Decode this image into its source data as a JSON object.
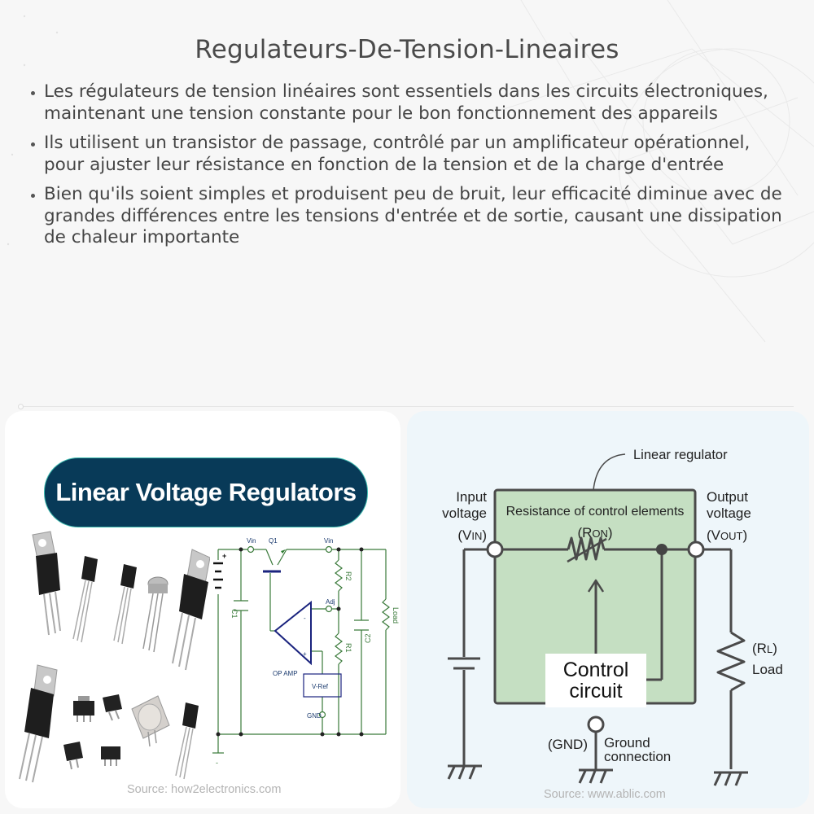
{
  "header": {
    "title": "Regulateurs-De-Tension-Lineaires"
  },
  "bullets": [
    "Les régulateurs de tension linéaires sont essentiels dans les circuits électroniques, maintenant une tension constante pour le bon fonctionnement des appareils",
    "Ils utilisent un transistor de passage, contrôlé par un amplificateur opérationnel, pour ajuster leur résistance en fonction de la tension et de la charge d'entrée",
    "Bien qu'ils soient simples et produisent peu de bruit, leur efficacité diminue avec de grandes différences entre les tensions d'entrée et de sortie, causant une dissipation de chaleur importante"
  ],
  "left_panel": {
    "banner": "Linear Voltage Regulators",
    "source": "Source: how2electronics.com",
    "schematic": {
      "labels": {
        "vin_1": "Vin",
        "q1": "Q1",
        "vin_2": "Vin",
        "r2": "R2",
        "c1": "C1",
        "adj": "Adj",
        "op_amp": "OP AMP",
        "r1": "R1",
        "c2": "C2",
        "load": "Load",
        "vref": "V-Ref",
        "gnd": "GND",
        "plus": "+",
        "minus": "-"
      }
    }
  },
  "right_panel": {
    "source": "Source: www.ablic.com",
    "diagram": {
      "linear_regulator": "Linear regulator",
      "resistance_label": "Resistance of control elements",
      "ron_prefix": "(R",
      "ron_sub": "ON",
      "ron_suffix": ")",
      "input_line1": "Input",
      "input_line2": "voltage",
      "vin_prefix": "(V",
      "vin_sub": "IN",
      "vin_suffix": ")",
      "output_line1": "Output",
      "output_line2": "voltage",
      "vout_prefix": "(V",
      "vout_sub": "OUT",
      "vout_suffix": ")",
      "control_line1": "Control",
      "control_line2": "circuit",
      "rl_prefix": "(R",
      "rl_sub": "L",
      "rl_suffix": ")",
      "load": "Load",
      "gnd": "(GND)",
      "ground_line1": "Ground",
      "ground_line2": "connection"
    }
  },
  "colors": {
    "banner_bg": "#083a58",
    "banner_border": "#3fbcb0",
    "regulator_fill": "#c5dfc2",
    "wire": "#4a4a4a",
    "schematic_green": "#3a7a3a",
    "schematic_blue": "#1a237e"
  }
}
